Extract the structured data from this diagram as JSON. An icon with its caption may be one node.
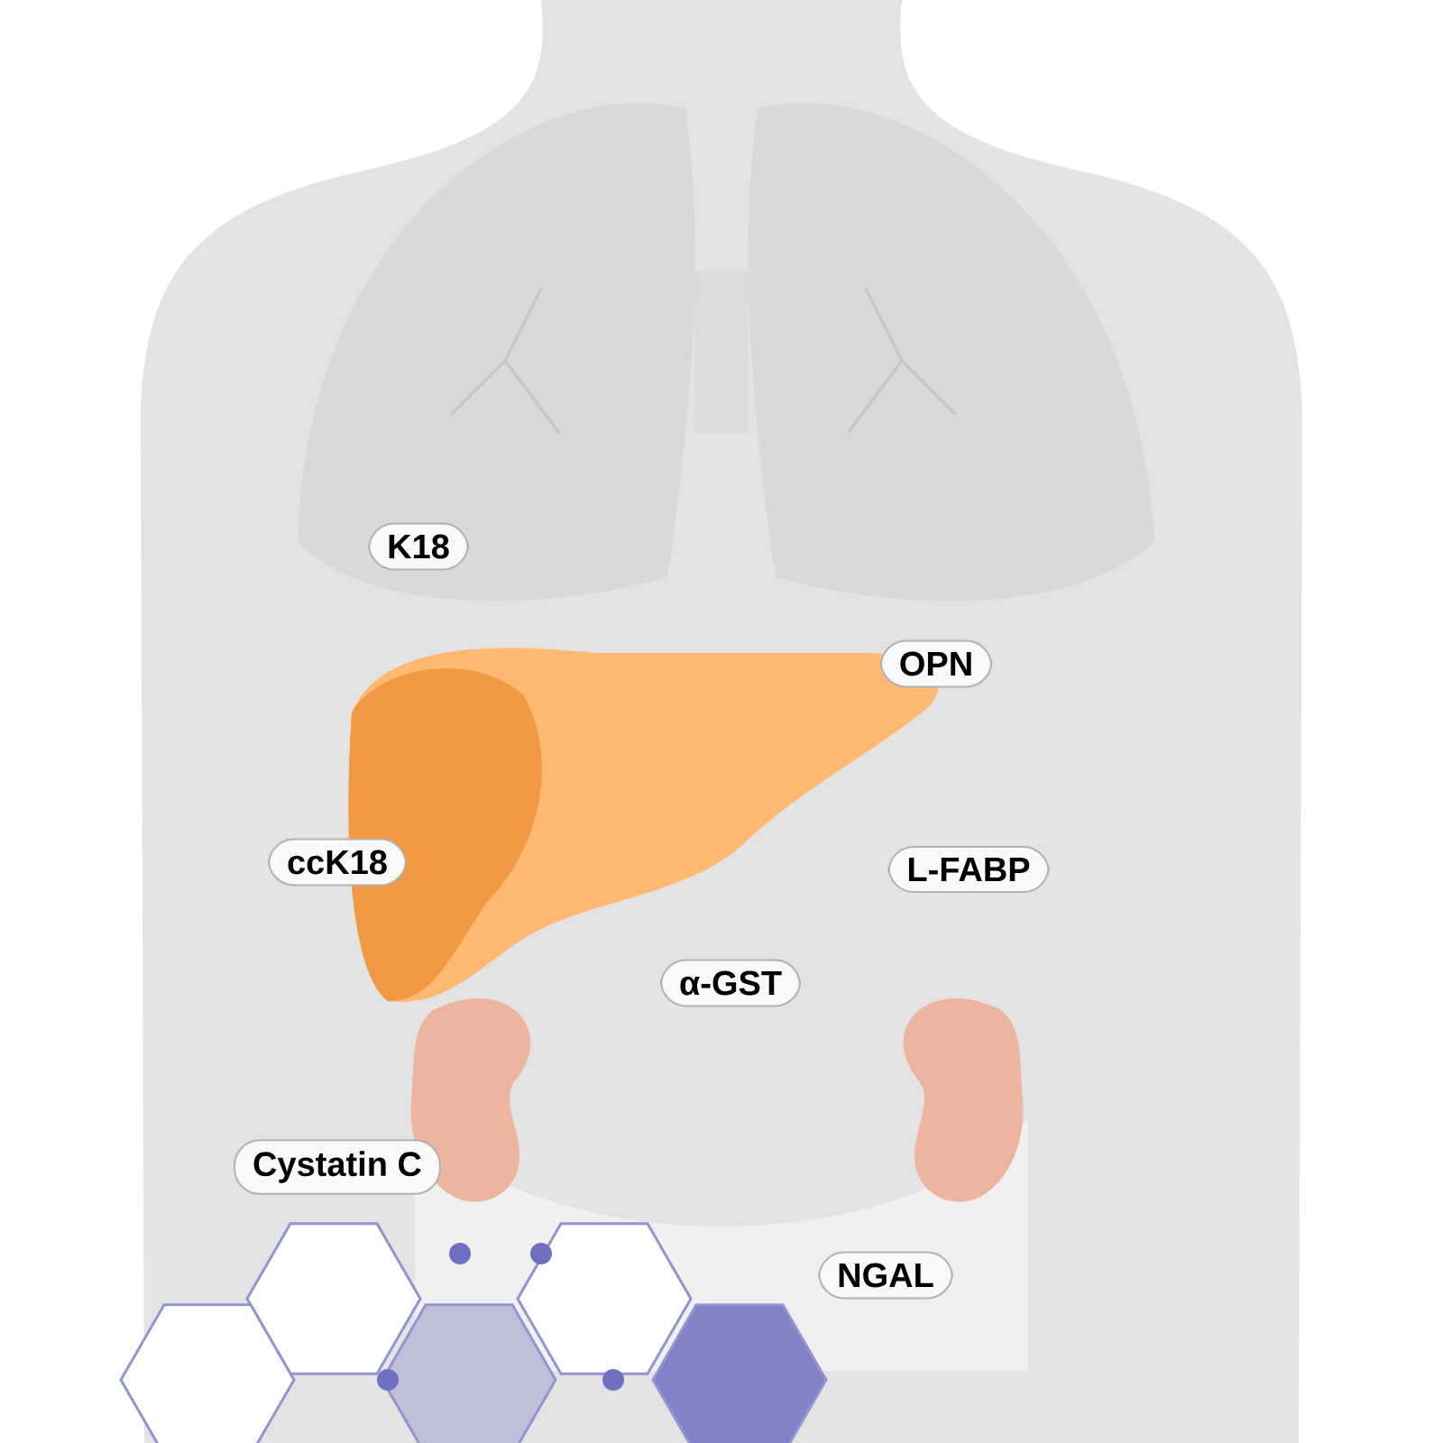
{
  "diagram": {
    "nodes": [
      {
        "text": [
          "K18"
        ]
      },
      {
        "text": [
          "OPN"
        ]
      },
      {
        "text": [
          "ccK18"
        ]
      },
      {
        "text": [
          "L-FABP"
        ]
      },
      {
        "text": [
          "α-GST"
        ]
      },
      {
        "text": [
          "Cystatin C"
        ]
      },
      {
        "text": [
          "NGAL"
        ]
      }
    ]
  }
}
